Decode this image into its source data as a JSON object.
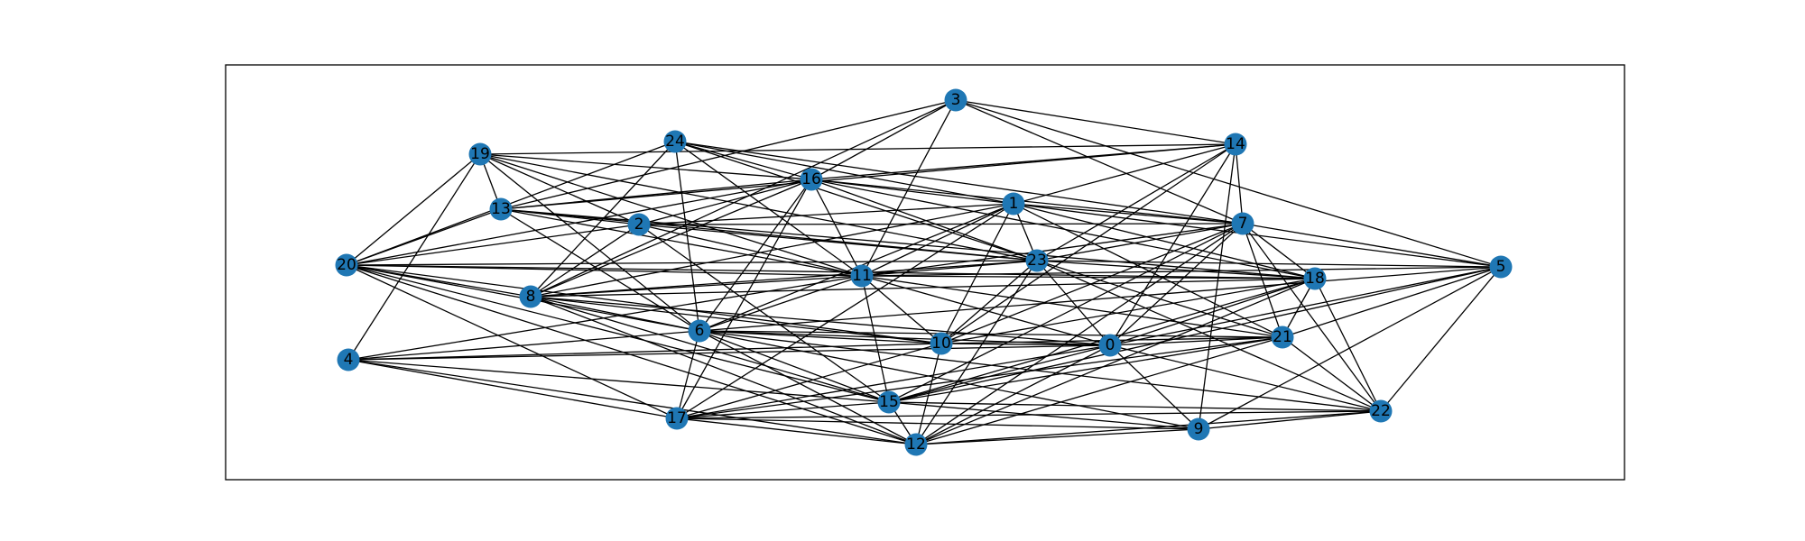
{
  "graph": {
    "node_color": "#1f77b4",
    "edge_color": "#000000",
    "nodes": [
      {
        "id": "0"
      },
      {
        "id": "1"
      },
      {
        "id": "2"
      },
      {
        "id": "3"
      },
      {
        "id": "4"
      },
      {
        "id": "5"
      },
      {
        "id": "6"
      },
      {
        "id": "7"
      },
      {
        "id": "8"
      },
      {
        "id": "9"
      },
      {
        "id": "10"
      },
      {
        "id": "11"
      },
      {
        "id": "12"
      },
      {
        "id": "13"
      },
      {
        "id": "14"
      },
      {
        "id": "15"
      },
      {
        "id": "16"
      },
      {
        "id": "17"
      },
      {
        "id": "18"
      },
      {
        "id": "19"
      },
      {
        "id": "20"
      },
      {
        "id": "21"
      },
      {
        "id": "22"
      },
      {
        "id": "23"
      },
      {
        "id": "24"
      }
    ],
    "edges": [
      [
        "3",
        "16"
      ],
      [
        "3",
        "13"
      ],
      [
        "3",
        "8"
      ],
      [
        "3",
        "11"
      ],
      [
        "3",
        "14"
      ],
      [
        "3",
        "7"
      ],
      [
        "3",
        "5"
      ],
      [
        "14",
        "19"
      ],
      [
        "14",
        "13"
      ],
      [
        "14",
        "16"
      ],
      [
        "14",
        "1"
      ],
      [
        "14",
        "23"
      ],
      [
        "14",
        "7"
      ],
      [
        "14",
        "9"
      ],
      [
        "14",
        "10"
      ],
      [
        "14",
        "0"
      ],
      [
        "19",
        "20"
      ],
      [
        "19",
        "13"
      ],
      [
        "19",
        "2"
      ],
      [
        "19",
        "4"
      ],
      [
        "19",
        "16"
      ],
      [
        "19",
        "6"
      ],
      [
        "19",
        "11"
      ],
      [
        "19",
        "23"
      ],
      [
        "24",
        "16"
      ],
      [
        "24",
        "8"
      ],
      [
        "24",
        "6"
      ],
      [
        "24",
        "11"
      ],
      [
        "24",
        "20"
      ],
      [
        "24",
        "1"
      ],
      [
        "24",
        "7"
      ],
      [
        "24",
        "23"
      ],
      [
        "16",
        "1"
      ],
      [
        "16",
        "13"
      ],
      [
        "16",
        "2"
      ],
      [
        "16",
        "20"
      ],
      [
        "16",
        "8"
      ],
      [
        "16",
        "6"
      ],
      [
        "16",
        "11"
      ],
      [
        "16",
        "17"
      ],
      [
        "16",
        "23"
      ],
      [
        "16",
        "7"
      ],
      [
        "16",
        "18"
      ],
      [
        "1",
        "2"
      ],
      [
        "1",
        "8"
      ],
      [
        "1",
        "11"
      ],
      [
        "1",
        "23"
      ],
      [
        "1",
        "7"
      ],
      [
        "1",
        "5"
      ],
      [
        "1",
        "10"
      ],
      [
        "1",
        "17"
      ],
      [
        "1",
        "21"
      ],
      [
        "1",
        "18"
      ],
      [
        "1",
        "6"
      ],
      [
        "13",
        "2"
      ],
      [
        "13",
        "23"
      ],
      [
        "13",
        "20"
      ],
      [
        "13",
        "11"
      ],
      [
        "13",
        "6"
      ],
      [
        "13",
        "18"
      ],
      [
        "2",
        "20"
      ],
      [
        "2",
        "8"
      ],
      [
        "2",
        "23"
      ],
      [
        "2",
        "11"
      ],
      [
        "2",
        "15"
      ],
      [
        "2",
        "7"
      ],
      [
        "7",
        "23"
      ],
      [
        "7",
        "5"
      ],
      [
        "7",
        "18"
      ],
      [
        "7",
        "21"
      ],
      [
        "7",
        "22"
      ],
      [
        "7",
        "0"
      ],
      [
        "7",
        "10"
      ],
      [
        "7",
        "12"
      ],
      [
        "7",
        "15"
      ],
      [
        "7",
        "11"
      ],
      [
        "5",
        "0"
      ],
      [
        "5",
        "21"
      ],
      [
        "5",
        "22"
      ],
      [
        "5",
        "9"
      ],
      [
        "5",
        "15"
      ],
      [
        "5",
        "11"
      ],
      [
        "5",
        "23"
      ],
      [
        "5",
        "6"
      ],
      [
        "20",
        "11"
      ],
      [
        "20",
        "8"
      ],
      [
        "20",
        "23"
      ],
      [
        "20",
        "6"
      ],
      [
        "20",
        "15"
      ],
      [
        "20",
        "17"
      ],
      [
        "20",
        "10"
      ],
      [
        "20",
        "12"
      ],
      [
        "20",
        "18"
      ],
      [
        "23",
        "11"
      ],
      [
        "23",
        "8"
      ],
      [
        "23",
        "18"
      ],
      [
        "23",
        "21"
      ],
      [
        "23",
        "0"
      ],
      [
        "23",
        "10"
      ],
      [
        "23",
        "12"
      ],
      [
        "23",
        "22"
      ],
      [
        "11",
        "8"
      ],
      [
        "11",
        "6"
      ],
      [
        "11",
        "0"
      ],
      [
        "11",
        "10"
      ],
      [
        "11",
        "15"
      ],
      [
        "11",
        "21"
      ],
      [
        "11",
        "4"
      ],
      [
        "11",
        "18"
      ],
      [
        "18",
        "0"
      ],
      [
        "18",
        "21"
      ],
      [
        "18",
        "22"
      ],
      [
        "18",
        "10"
      ],
      [
        "18",
        "15"
      ],
      [
        "18",
        "8"
      ],
      [
        "18",
        "12"
      ],
      [
        "8",
        "6"
      ],
      [
        "8",
        "10"
      ],
      [
        "8",
        "15"
      ],
      [
        "8",
        "12"
      ],
      [
        "8",
        "0"
      ],
      [
        "6",
        "10"
      ],
      [
        "6",
        "0"
      ],
      [
        "6",
        "15"
      ],
      [
        "6",
        "12"
      ],
      [
        "6",
        "9"
      ],
      [
        "6",
        "22"
      ],
      [
        "6",
        "17"
      ],
      [
        "6",
        "21"
      ],
      [
        "4",
        "6"
      ],
      [
        "4",
        "15"
      ],
      [
        "4",
        "17"
      ],
      [
        "4",
        "12"
      ],
      [
        "4",
        "0"
      ],
      [
        "4",
        "10"
      ],
      [
        "10",
        "0"
      ],
      [
        "10",
        "21"
      ],
      [
        "10",
        "12"
      ],
      [
        "10",
        "17"
      ],
      [
        "0",
        "21"
      ],
      [
        "0",
        "22"
      ],
      [
        "0",
        "15"
      ],
      [
        "0",
        "12"
      ],
      [
        "0",
        "9"
      ],
      [
        "0",
        "17"
      ],
      [
        "21",
        "15"
      ],
      [
        "21",
        "22"
      ],
      [
        "21",
        "12"
      ],
      [
        "21",
        "17"
      ],
      [
        "15",
        "9"
      ],
      [
        "15",
        "22"
      ],
      [
        "15",
        "12"
      ],
      [
        "15",
        "17"
      ],
      [
        "17",
        "12"
      ],
      [
        "17",
        "9"
      ],
      [
        "17",
        "22"
      ],
      [
        "12",
        "9"
      ],
      [
        "12",
        "22"
      ],
      [
        "9",
        "22"
      ]
    ]
  }
}
